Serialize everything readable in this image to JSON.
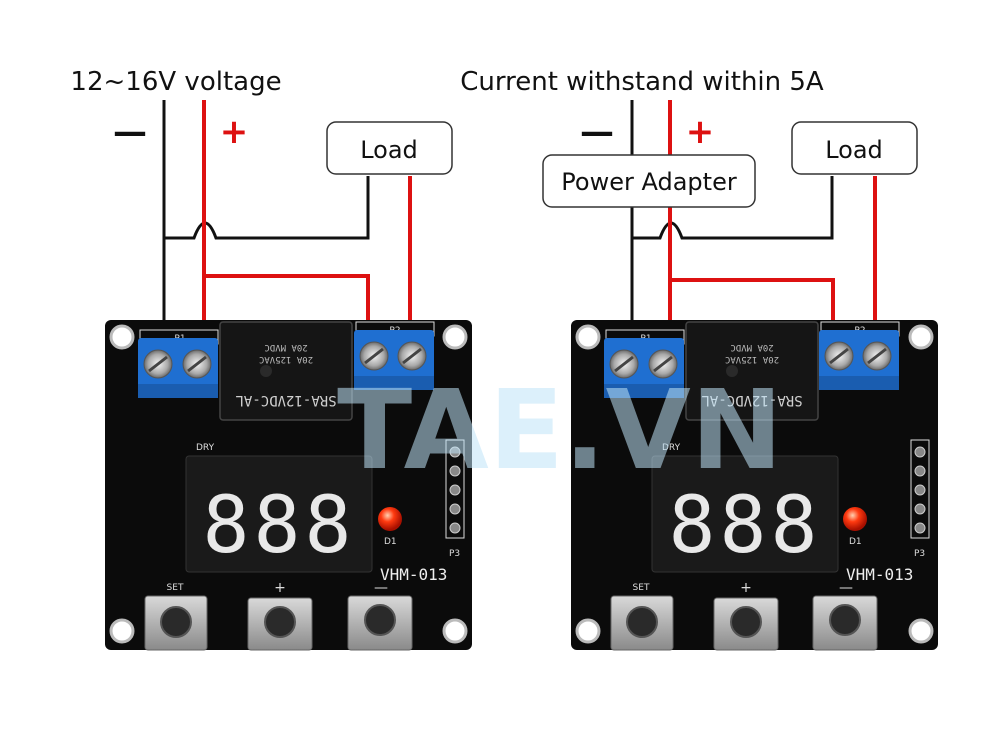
{
  "left": {
    "heading": "12~16V voltage",
    "minus": "—",
    "plus": "+",
    "load_label": "Load",
    "board": {
      "relay_model": "SRA-12VDC-AL",
      "relay_line1": "20A 125VAC",
      "relay_line2": "20A MVDC",
      "terminal_in": "P1",
      "terminal_out": "P2",
      "dry_label": "DRY",
      "digits": "888",
      "led_label": "D1",
      "header_label": "P3",
      "model": "VHM-013",
      "btn_set": "SET",
      "btn_plus": "+",
      "btn_minus": "—"
    }
  },
  "right": {
    "heading": "Current withstand within 5A",
    "minus": "—",
    "plus": "+",
    "adapter_label": "Power Adapter",
    "load_label": "Load",
    "board": {
      "relay_model": "SRA-12VDC-AL",
      "relay_line1": "20A 125VAC",
      "relay_line2": "20A MVDC",
      "terminal_in": "P1",
      "terminal_out": "P2",
      "dry_label": "DRY",
      "digits": "888",
      "led_label": "D1",
      "header_label": "P3",
      "model": "VHM-013",
      "btn_set": "SET",
      "btn_plus": "+",
      "btn_minus": "—"
    }
  },
  "watermark": "TAE.VN",
  "colors": {
    "wire_black": "#111111",
    "wire_red": "#dd1111",
    "pcb": "#0b0b0b",
    "terminal": "#1f6fd1",
    "relay": "#151515",
    "segment": "#e8e8e8",
    "led": "#ff2a10",
    "watermark_red": "#f2b8b8",
    "watermark_blue": "#bfe3f7"
  }
}
